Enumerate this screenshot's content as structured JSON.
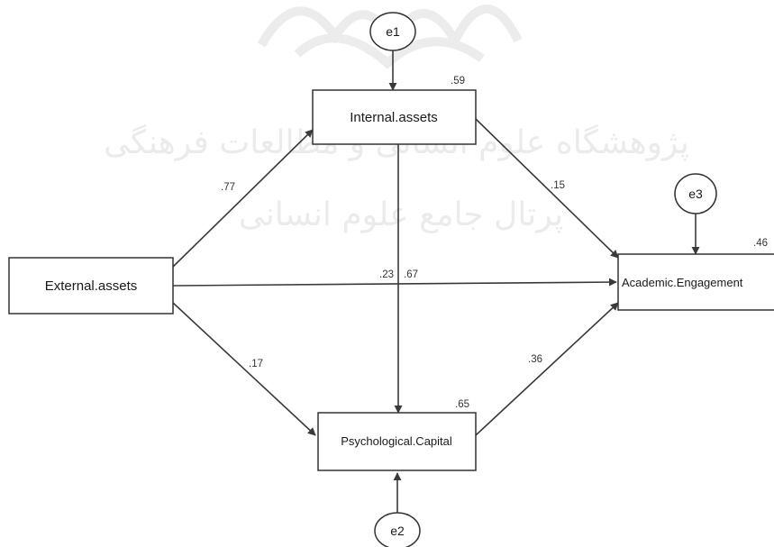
{
  "nodes": {
    "external": "External.assets",
    "internal": "Internal.assets",
    "psych": "Psychological.Capital",
    "academic": "Academic.Engagement"
  },
  "errors": {
    "e1": "e1",
    "e2": "e2",
    "e3": "e3"
  },
  "r_squared": {
    "internal": ".59",
    "psych": ".65",
    "academic": ".46"
  },
  "coefficients": {
    "external_to_internal": ".77",
    "internal_to_academic": ".15",
    "internal_to_psych": ".23",
    "external_to_academic": ".67",
    "external_to_psych": ".17",
    "psych_to_academic": ".36"
  },
  "watermark": {
    "line1": "پژوهشگاه علوم انسانی و مطالعات فرهنگی",
    "line2": "پرتال جامع علوم انسانی"
  }
}
